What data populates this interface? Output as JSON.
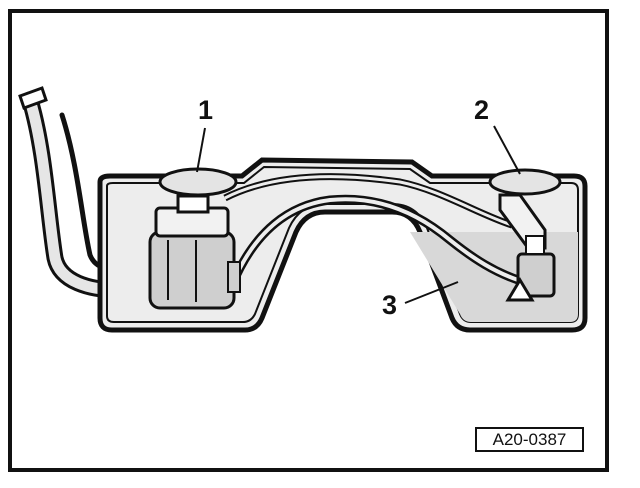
{
  "figure": {
    "callouts": [
      {
        "label": "1"
      },
      {
        "label": "2"
      },
      {
        "label": "3"
      }
    ],
    "reference_code": "A20-0387"
  },
  "colors": {
    "ink": "#111111",
    "tank_fill": "#ededed",
    "fuel_fill": "#d8d8d8",
    "component_fill": "#cfcfcf"
  }
}
